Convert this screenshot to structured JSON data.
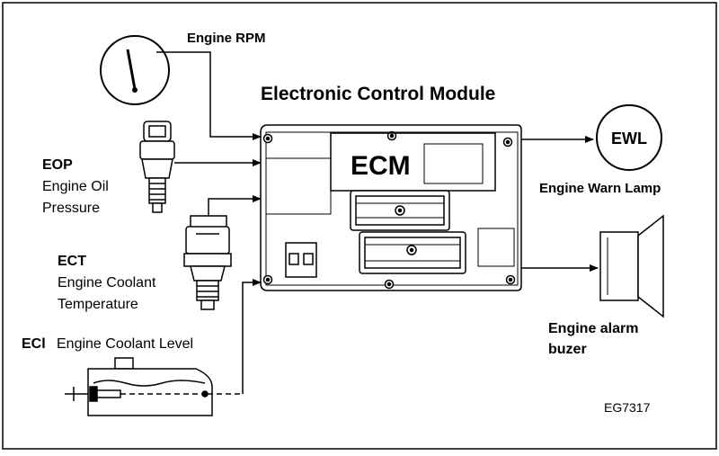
{
  "title": "Electronic Control Module",
  "ecm_label": "ECM",
  "inputs": {
    "rpm": {
      "label": "Engine RPM"
    },
    "eop": {
      "code": "EOP",
      "line1": "Engine Oil",
      "line2": "Pressure"
    },
    "ect": {
      "code": "ECT",
      "line1": "Engine Coolant",
      "line2": "Temperature"
    },
    "ecl": {
      "code": "ECl",
      "label": "Engine Coolant Level"
    }
  },
  "outputs": {
    "ewl": {
      "lamp_text": "EWL",
      "label": "Engine Warn Lamp"
    },
    "buzzer": {
      "line1": "Engine alarm",
      "line2": "buzer"
    }
  },
  "figure_id": "EG7317"
}
